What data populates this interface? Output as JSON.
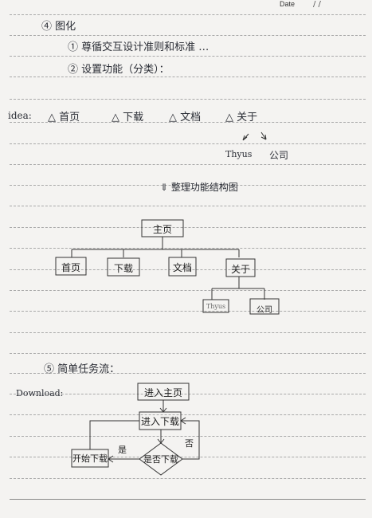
{
  "header": {
    "date_label": "Date",
    "date_slashes": "/ /"
  },
  "sections": {
    "sec4_title": "④ 图化",
    "item1": "① 尊循交互设计准则和标准 …",
    "item2": "② 设置功能（分类）：",
    "idea_label": "idea:",
    "idea_items": [
      "△ 首页",
      "△ 下载",
      "△ 文档",
      "△ 关于"
    ],
    "sub_about": [
      "Thyus",
      "公司"
    ],
    "arch_title": "⇓ 整理功能结构图",
    "sec5_title": "⑤ 简单任务流：",
    "download_label": "Download:"
  },
  "tree": {
    "root": "主页",
    "children": [
      "首页",
      "下载",
      "文档",
      "关于"
    ],
    "grandchildren": [
      "Thyus",
      "公司"
    ]
  },
  "flow": {
    "enter_home": "进入主页",
    "enter_download": "进入下载",
    "decision": "是否下载",
    "yes": "是",
    "no": "否",
    "result": "开始下载"
  }
}
